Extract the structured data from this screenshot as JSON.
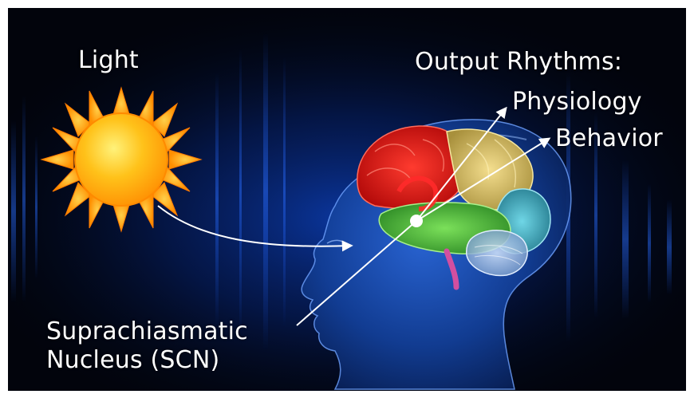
{
  "colors": {
    "background": "#02040c",
    "glow": "#1a5cff",
    "sun_core": "#ffb000",
    "sun_ray": "#ff9d00",
    "head": "#1b4fb5",
    "brain_frontal": "#e01010",
    "brain_parietal": "#d8c16a",
    "brain_temporal": "#4fbf3a",
    "brain_occipital": "#3aa6b8",
    "cerebellum": "#9fc3e8",
    "arrow": "#ffffff"
  },
  "labels": {
    "light": "Light",
    "output": "Output Rhythms:",
    "physiology": "Physiology",
    "behavior": "Behavior",
    "scn": "Suprachiasmatic\nNucleus (SCN)"
  },
  "icons": {
    "sun": "sun-icon",
    "head": "human-head-silhouette",
    "brain": "brain-illustration"
  }
}
